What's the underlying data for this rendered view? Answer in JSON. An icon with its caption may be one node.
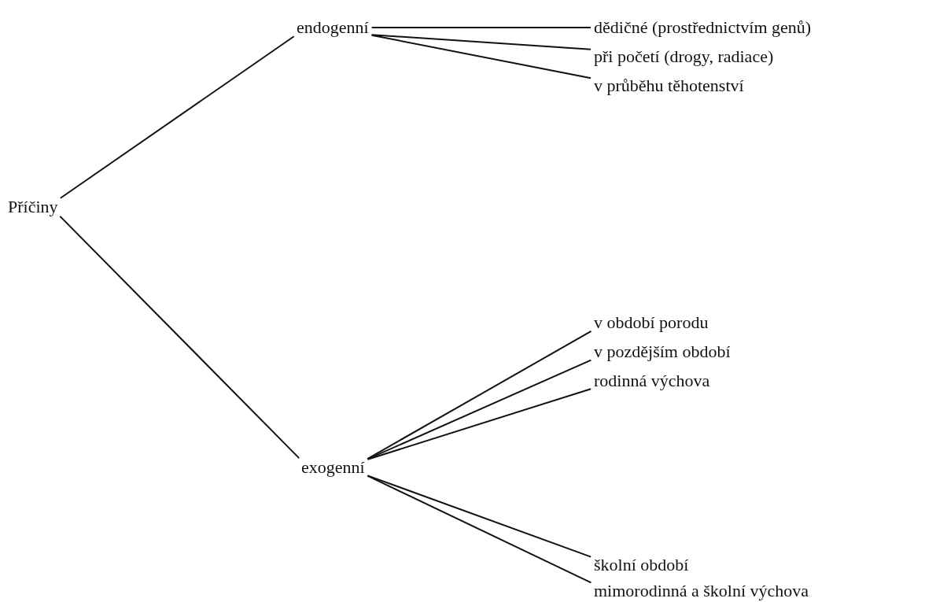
{
  "diagram": {
    "nodes": [
      {
        "text": [
          "Příčiny"
        ]
      },
      {
        "text": [
          "endogenní"
        ]
      },
      {
        "text": [
          "dědičné (prostřednictvím genů)"
        ]
      },
      {
        "text": [
          "při početí (drogy, radiace)"
        ]
      },
      {
        "text": [
          "v průběhu těhotenství"
        ]
      },
      {
        "text": [
          "exogenní"
        ]
      },
      {
        "text": [
          "v období porodu"
        ]
      },
      {
        "text": [
          "v pozdějším období"
        ]
      },
      {
        "text": [
          "rodinná výchova"
        ]
      },
      {
        "text": [
          "školní období"
        ]
      },
      {
        "text": [
          "mimorodinná a školní výchova"
        ]
      }
    ],
    "edges": [
      {
        "from": 0,
        "to": 1,
        "arrow": "none"
      },
      {
        "from": 0,
        "to": 5,
        "arrow": "none"
      },
      {
        "from": 1,
        "to": 2,
        "arrow": "none"
      },
      {
        "from": 1,
        "to": 3,
        "arrow": "none"
      },
      {
        "from": 1,
        "to": 4,
        "arrow": "none"
      },
      {
        "from": 5,
        "to": 6,
        "arrow": "none"
      },
      {
        "from": 5,
        "to": 7,
        "arrow": "none"
      },
      {
        "from": 5,
        "to": 8,
        "arrow": "none"
      },
      {
        "from": 5,
        "to": 9,
        "arrow": "none"
      },
      {
        "from": 5,
        "to": 10,
        "arrow": "none"
      }
    ]
  }
}
